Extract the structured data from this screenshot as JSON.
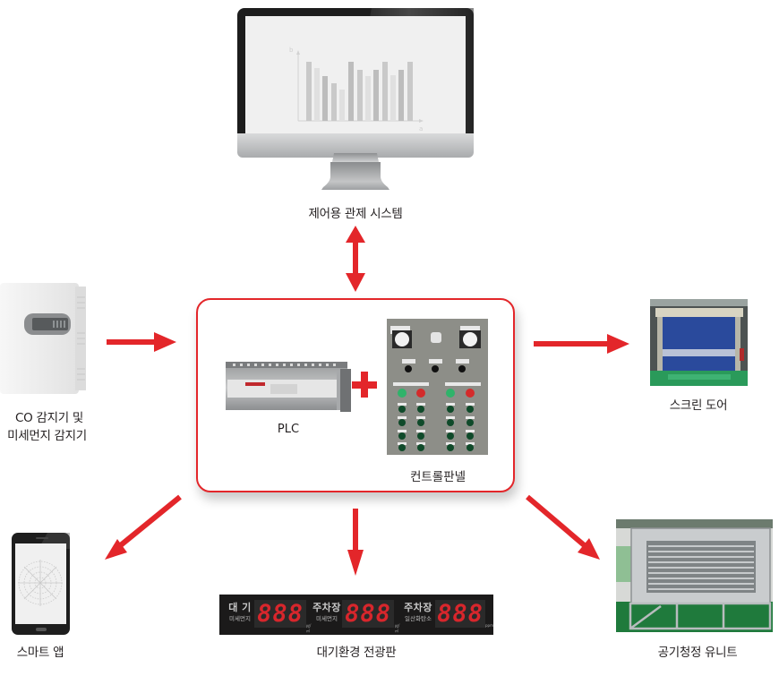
{
  "diagram": {
    "hub": {
      "plc_label": "PLC",
      "plus_symbol": "+",
      "panel_label": "컨트롤판넬"
    },
    "nodes": {
      "control_system": {
        "label": "제어용 관제 시스템",
        "icon": "monitor-icon",
        "chart_axis_y": "b",
        "chart_axis_x": "a"
      },
      "sensor": {
        "label_line1": "CO 감지기 및",
        "label_line2": "미세먼지 감지기",
        "icon": "sensor-device-icon"
      },
      "screen_door": {
        "label": "스크린 도어",
        "icon": "screen-door-photo"
      },
      "smart_app": {
        "label": "스마트 앱",
        "icon": "smartphone-icon"
      },
      "led_board": {
        "label": "대기환경 전광판",
        "segments": [
          {
            "title": "대 기",
            "subtitle": "미세먼지",
            "digits": "888",
            "unit": "㎍/㎥"
          },
          {
            "title": "주차장",
            "subtitle": "미세먼지",
            "digits": "888",
            "unit": "㎍/㎥"
          },
          {
            "title": "주차장",
            "subtitle": "일산화탄소",
            "digits": "888",
            "unit": "ppm"
          }
        ]
      },
      "air_purifier": {
        "label": "공기청정 유니트",
        "icon": "air-purifier-photo"
      }
    },
    "colors": {
      "accent_red": "#e3262a",
      "text": "#231f20",
      "led_red": "#d8262c",
      "led_bg": "#1b1a1a"
    },
    "edges": [
      {
        "from": "control_system",
        "to": "hub",
        "direction": "bidirectional"
      },
      {
        "from": "sensor",
        "to": "hub",
        "direction": "forward"
      },
      {
        "from": "hub",
        "to": "screen_door",
        "direction": "forward"
      },
      {
        "from": "hub",
        "to": "smart_app",
        "direction": "forward"
      },
      {
        "from": "hub",
        "to": "led_board",
        "direction": "forward"
      },
      {
        "from": "hub",
        "to": "air_purifier",
        "direction": "forward"
      }
    ]
  }
}
